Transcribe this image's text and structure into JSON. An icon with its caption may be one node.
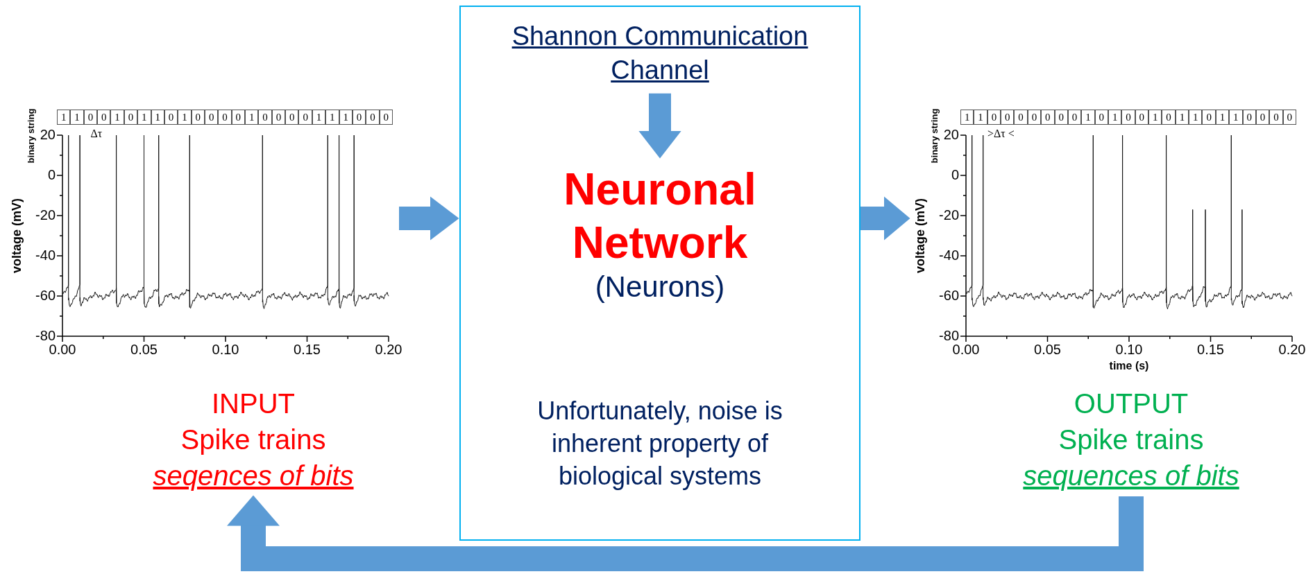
{
  "diagram": {
    "nodes": [
      {
        "text": [],
        "shape": "chart"
      },
      {
        "text": [
          "Unfortunately, noise is inherent property of biological systems"
        ]
      },
      {
        "text": [
          "Shannon Communication Channel"
        ],
        "in": 1
      },
      {
        "text": [
          "Neuronal Network",
          "(Neurons)"
        ],
        "in": 1
      },
      {
        "text": [
          "INPUT",
          "Spike trains",
          "seqences of bits"
        ]
      },
      {
        "text": [],
        "shape": "chart"
      },
      {
        "text": [
          "OUTPUT",
          "Spike trains",
          "sequences of bits"
        ]
      }
    ],
    "edges": [
      {
        "from": 0,
        "to": 1,
        "arrow": "to"
      },
      {
        "from": 2,
        "to": 3,
        "arrow": "to"
      },
      {
        "from": 1,
        "to": 5,
        "arrow": "to"
      },
      {
        "from": 6,
        "to": 4,
        "arrow": "to"
      }
    ],
    "labels": [
      "binary string",
      "1",
      "1",
      "0",
      "0",
      "1",
      "0",
      "1",
      "1",
      "0",
      "1",
      "0",
      "0",
      "0",
      "0",
      "1",
      "0",
      "0",
      "0",
      "0",
      "1",
      "1",
      "1",
      "0",
      "0",
      "0",
      "20",
      "Δτ",
      "0",
      "-20",
      "-40",
      "-60",
      "-80",
      "voltage (mV)",
      "0.00",
      "0.05",
      "0.10",
      "0.15",
      "0.20",
      "binary string",
      "1",
      "1",
      "0",
      "0",
      "0",
      "0",
      "0",
      "0",
      "0",
      "1",
      "0",
      "1",
      "0",
      "0",
      "1",
      "0",
      "1",
      "1",
      "0",
      "1",
      "1",
      "0",
      "0",
      "0",
      "0",
      "20",
      ">Δτ <",
      "0",
      "-20",
      "-40",
      "-60",
      "-80",
      "voltage (mV)",
      "0.00",
      "0.05",
      "0.10",
      "0.15",
      "0.20",
      "time (s)"
    ]
  }
}
